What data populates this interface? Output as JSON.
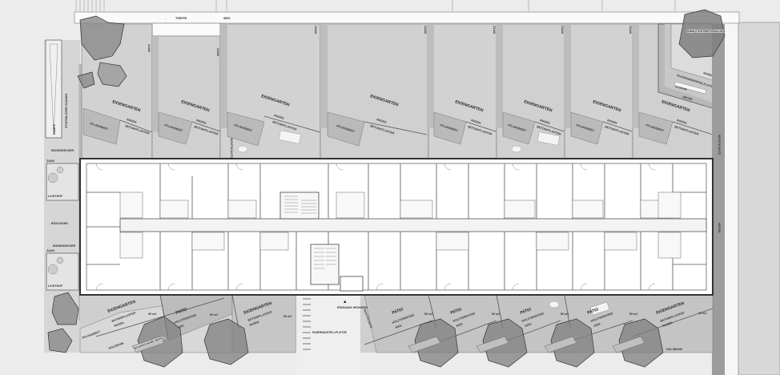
{
  "colors": {
    "background": "#ececec",
    "garden": "#cfcfcf",
    "planting_bed": "#b9b9b9",
    "paving": "#d9d9d9",
    "building": "#ffffff",
    "tree": "#7d7d7d",
    "hedge": "#8a8a8a"
  },
  "top": {
    "stairs": "TREPPE",
    "path": "WEG",
    "fence": "ZAUN",
    "privacy_screen": "SICHTSCHUTZ",
    "gardens": [
      {
        "label": "EIGENGARTEN",
        "bed": "PFLANZBEET",
        "lawn": "RASEN",
        "paving": "BETONPFLASTER"
      },
      {
        "label": "EIGENGARTEN",
        "bed": "PFLANZBEET",
        "lawn": "RASEN",
        "paving": "BETONPFLASTER"
      },
      {
        "label": "EIGENGARTEN",
        "bed": "PFLANZBEET",
        "lawn": "RASEN",
        "paving": "BETONPFLASTER"
      },
      {
        "label": "EIGENGARTEN",
        "bed": "PFLANZBEET",
        "lawn": "RASEN",
        "paving": "BETONPFLASTER"
      },
      {
        "label": "EIGENGARTEN",
        "bed": "PFLANZBEET",
        "lawn": "RASEN",
        "paving": "BETONPFLASTER"
      },
      {
        "label": "EIGENGARTEN",
        "bed": "PFLANZBEET",
        "lawn": "RASEN",
        "paving": "BETONPFLASTER"
      },
      {
        "label": "EIGENGARTEN",
        "bed": "PFLANZBEET",
        "lawn": "RASEN",
        "paving": "BETONPFLASTER"
      },
      {
        "label": "EIGENGARTEN",
        "bed": "PFLANZBEET",
        "lawn": "RASEN",
        "paving": "BETONPFLASTER"
      }
    ],
    "playground": "KLEINKINDERSPIELPLATZ",
    "sandpit": "SANDSPIEL",
    "bench": "SITZBANK",
    "hedge": "HECKE",
    "planting": "ANMUTIGE BEPFLANZUNG"
  },
  "left": {
    "ramp": "RAMPE",
    "access": "STUFENLOSER ZUGANG",
    "groundcover": "BODENDECKER",
    "fence": "ZAUN",
    "lightwell": "LICHTHOF",
    "slope": "BÖSCHUNG"
  },
  "bottom": {
    "garden": "EIGENGARTEN",
    "patio": "PATIO",
    "deck": "HOLZTERRASSE",
    "gravel": "KIES",
    "lawn": "RASEN",
    "paving": "BETONPFLASTER",
    "bed": "PFLANZBEET",
    "tree_disc": "BAUMSCHEIBE BEPFL.",
    "bench": "HOLZBANK",
    "privacy_screen": "SICHTSCHUTZ",
    "bike_parking": "FAHRRADSTELLPLÄTZE",
    "entrance": "EINGANG WOHNEN",
    "entrance_icon": "triangle-up-icon",
    "areas": [
      "59 m2",
      "59 m2",
      "68 m2",
      "59 m2",
      "59 m2",
      "59 m2",
      "59 m2",
      "49 m2"
    ]
  },
  "right": {
    "privacy_screen": "SICHTSCHUTZ",
    "hedge": "HECKE"
  }
}
